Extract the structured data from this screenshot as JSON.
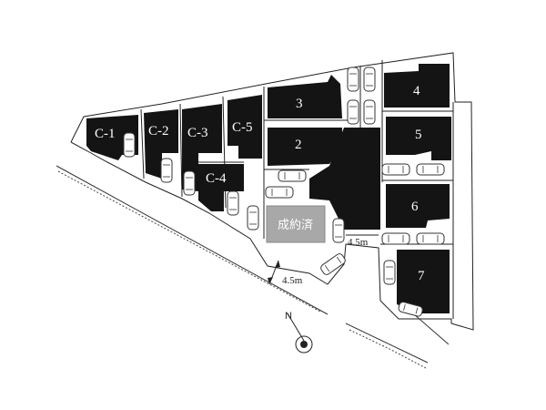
{
  "lots": [
    {
      "id": "C-1",
      "label": "C-1"
    },
    {
      "id": "C-2",
      "label": "C-2"
    },
    {
      "id": "C-3",
      "label": "C-3"
    },
    {
      "id": "C-5",
      "label": "C-5"
    },
    {
      "id": "C-4",
      "label": "C-4"
    },
    {
      "id": "3",
      "label": "3"
    },
    {
      "id": "2",
      "label": "2"
    },
    {
      "id": "4",
      "label": "4"
    },
    {
      "id": "5",
      "label": "5"
    },
    {
      "id": "6",
      "label": "6"
    },
    {
      "id": "7",
      "label": "7"
    }
  ],
  "sold_label": "成約済",
  "dimensions": {
    "road_width": "4.5m",
    "private_road_width": "4.5m"
  },
  "compass": {
    "label": "N"
  }
}
